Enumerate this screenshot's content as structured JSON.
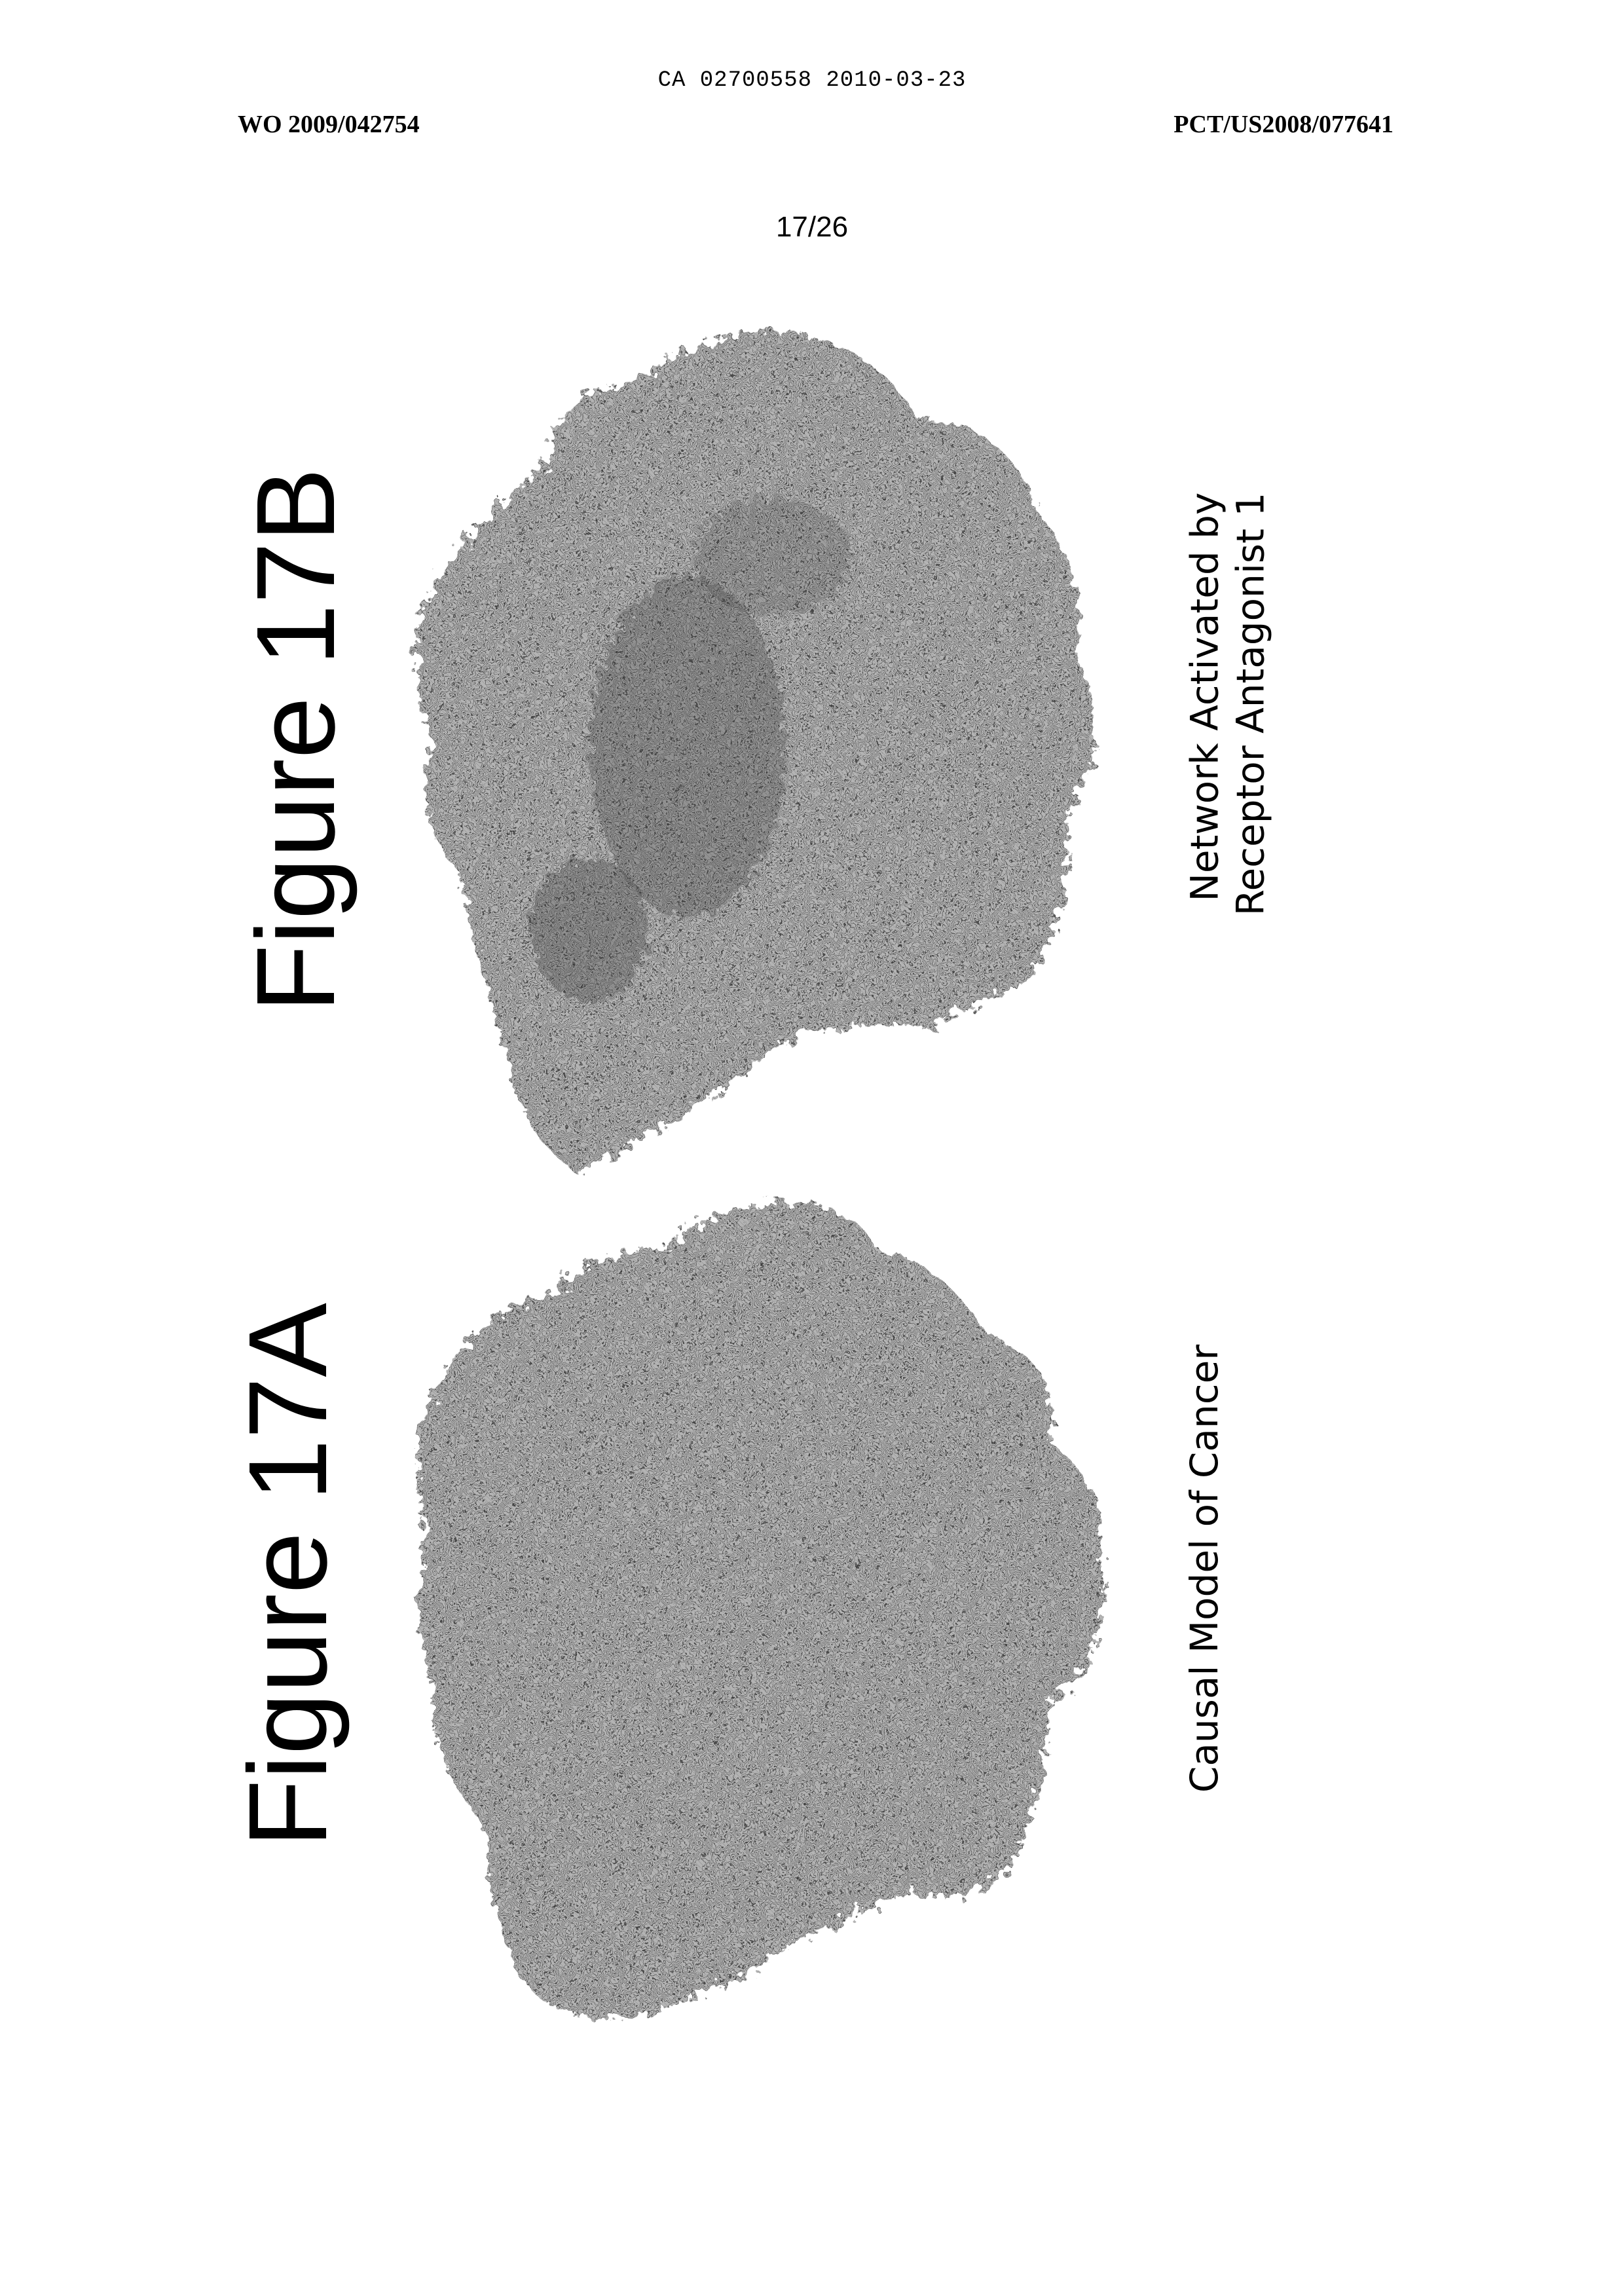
{
  "header": {
    "ca_number": "CA 02700558 2010-03-23",
    "wo_number": "WO 2009/042754",
    "pct_number": "PCT/US2008/077641"
  },
  "page_number": "17/26",
  "figures": [
    {
      "title": "Figure 17B",
      "caption_line1": "Network Activated by",
      "caption_line2": "Receptor Antagonist 1"
    },
    {
      "title": "Figure 17A",
      "caption_line1": "Causal Model of Cancer"
    }
  ],
  "colors": {
    "network_fill": "#8a8a8a",
    "network_edge": "#5a5a5a"
  }
}
